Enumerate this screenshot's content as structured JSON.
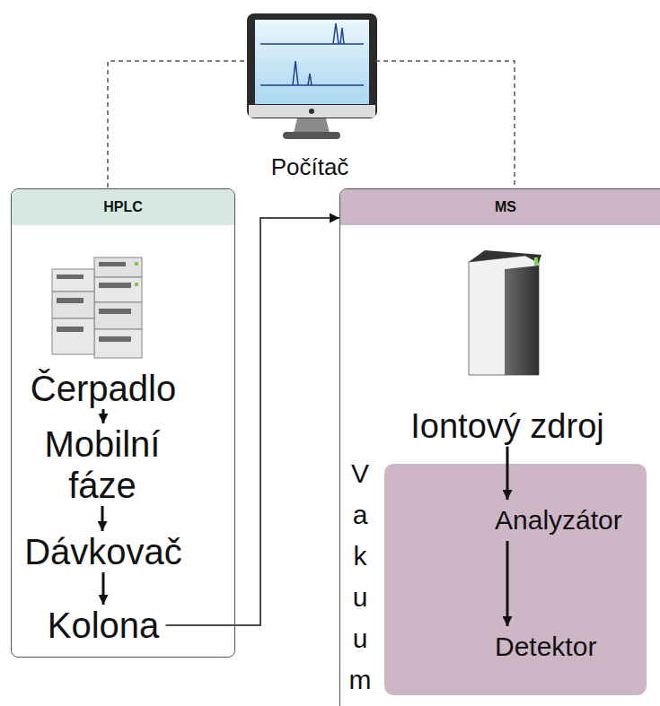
{
  "diagram": {
    "nodes": [
      {
        "text": [
          "Počítač"
        ]
      },
      {
        "text": [
          "HPLC"
        ]
      },
      {
        "text": [
          "Čerpadlo"
        ],
        "in": 1
      },
      {
        "text": [
          "Mobilní fáze"
        ],
        "in": 1
      },
      {
        "text": [
          "Dávkovač"
        ],
        "in": 1
      },
      {
        "text": [
          "Kolona"
        ],
        "in": 1
      },
      {
        "text": [
          "MS"
        ]
      },
      {
        "text": [
          "Iontový zdroj"
        ],
        "in": 6
      },
      {
        "text": [
          "Vakuum"
        ],
        "in": 6
      },
      {
        "text": [
          "Analyzátor"
        ],
        "in": 8
      },
      {
        "text": [
          "Detektor"
        ],
        "in": 8
      }
    ],
    "edges": [
      {
        "from": 0,
        "to": 1,
        "arrow": "none"
      },
      {
        "from": 0,
        "to": 6,
        "arrow": "none"
      },
      {
        "from": 2,
        "to": 3,
        "arrow": "to"
      },
      {
        "from": 3,
        "to": 4,
        "arrow": "to"
      },
      {
        "from": 4,
        "to": 5,
        "arrow": "to"
      },
      {
        "from": 5,
        "to": 6,
        "arrow": "to"
      },
      {
        "from": 7,
        "to": 9,
        "arrow": "to"
      },
      {
        "from": 9,
        "to": 10,
        "arrow": "to"
      }
    ]
  }
}
